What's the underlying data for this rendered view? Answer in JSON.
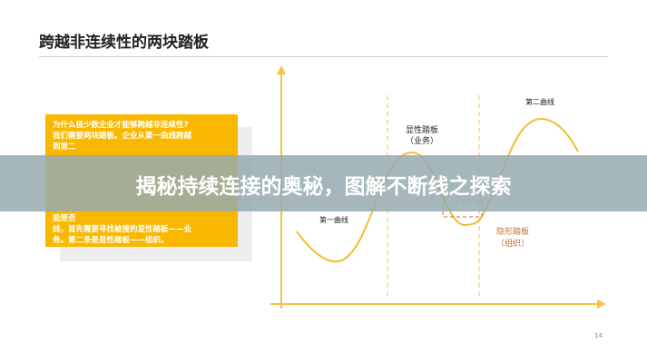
{
  "title": "跨越非连续性的两块踏板",
  "box": {
    "lines": [
      "为什么极少数企业才能够跨越非连续性?",
      "我们需要两块踏板。企业从第一曲线跨越",
      "到第二",
      "能是否",
      "线，首先需要寻找被搜的显性踏板——业",
      "务。第二条是显性踏板——组织。"
    ]
  },
  "banner": "揭秘持续连接的奥秘，图解不断线之探索",
  "diagram": {
    "first_curve": "第一曲线",
    "second_curve": "第二曲线",
    "explicit_pedal": "显性踏板",
    "explicit_sub": "（业务）",
    "hidden_pedal": "隐形踏板",
    "hidden_sub": "（组织）"
  },
  "colors": {
    "accent": "#f9b800",
    "hidden": "#c0703a"
  },
  "page_number": "14"
}
